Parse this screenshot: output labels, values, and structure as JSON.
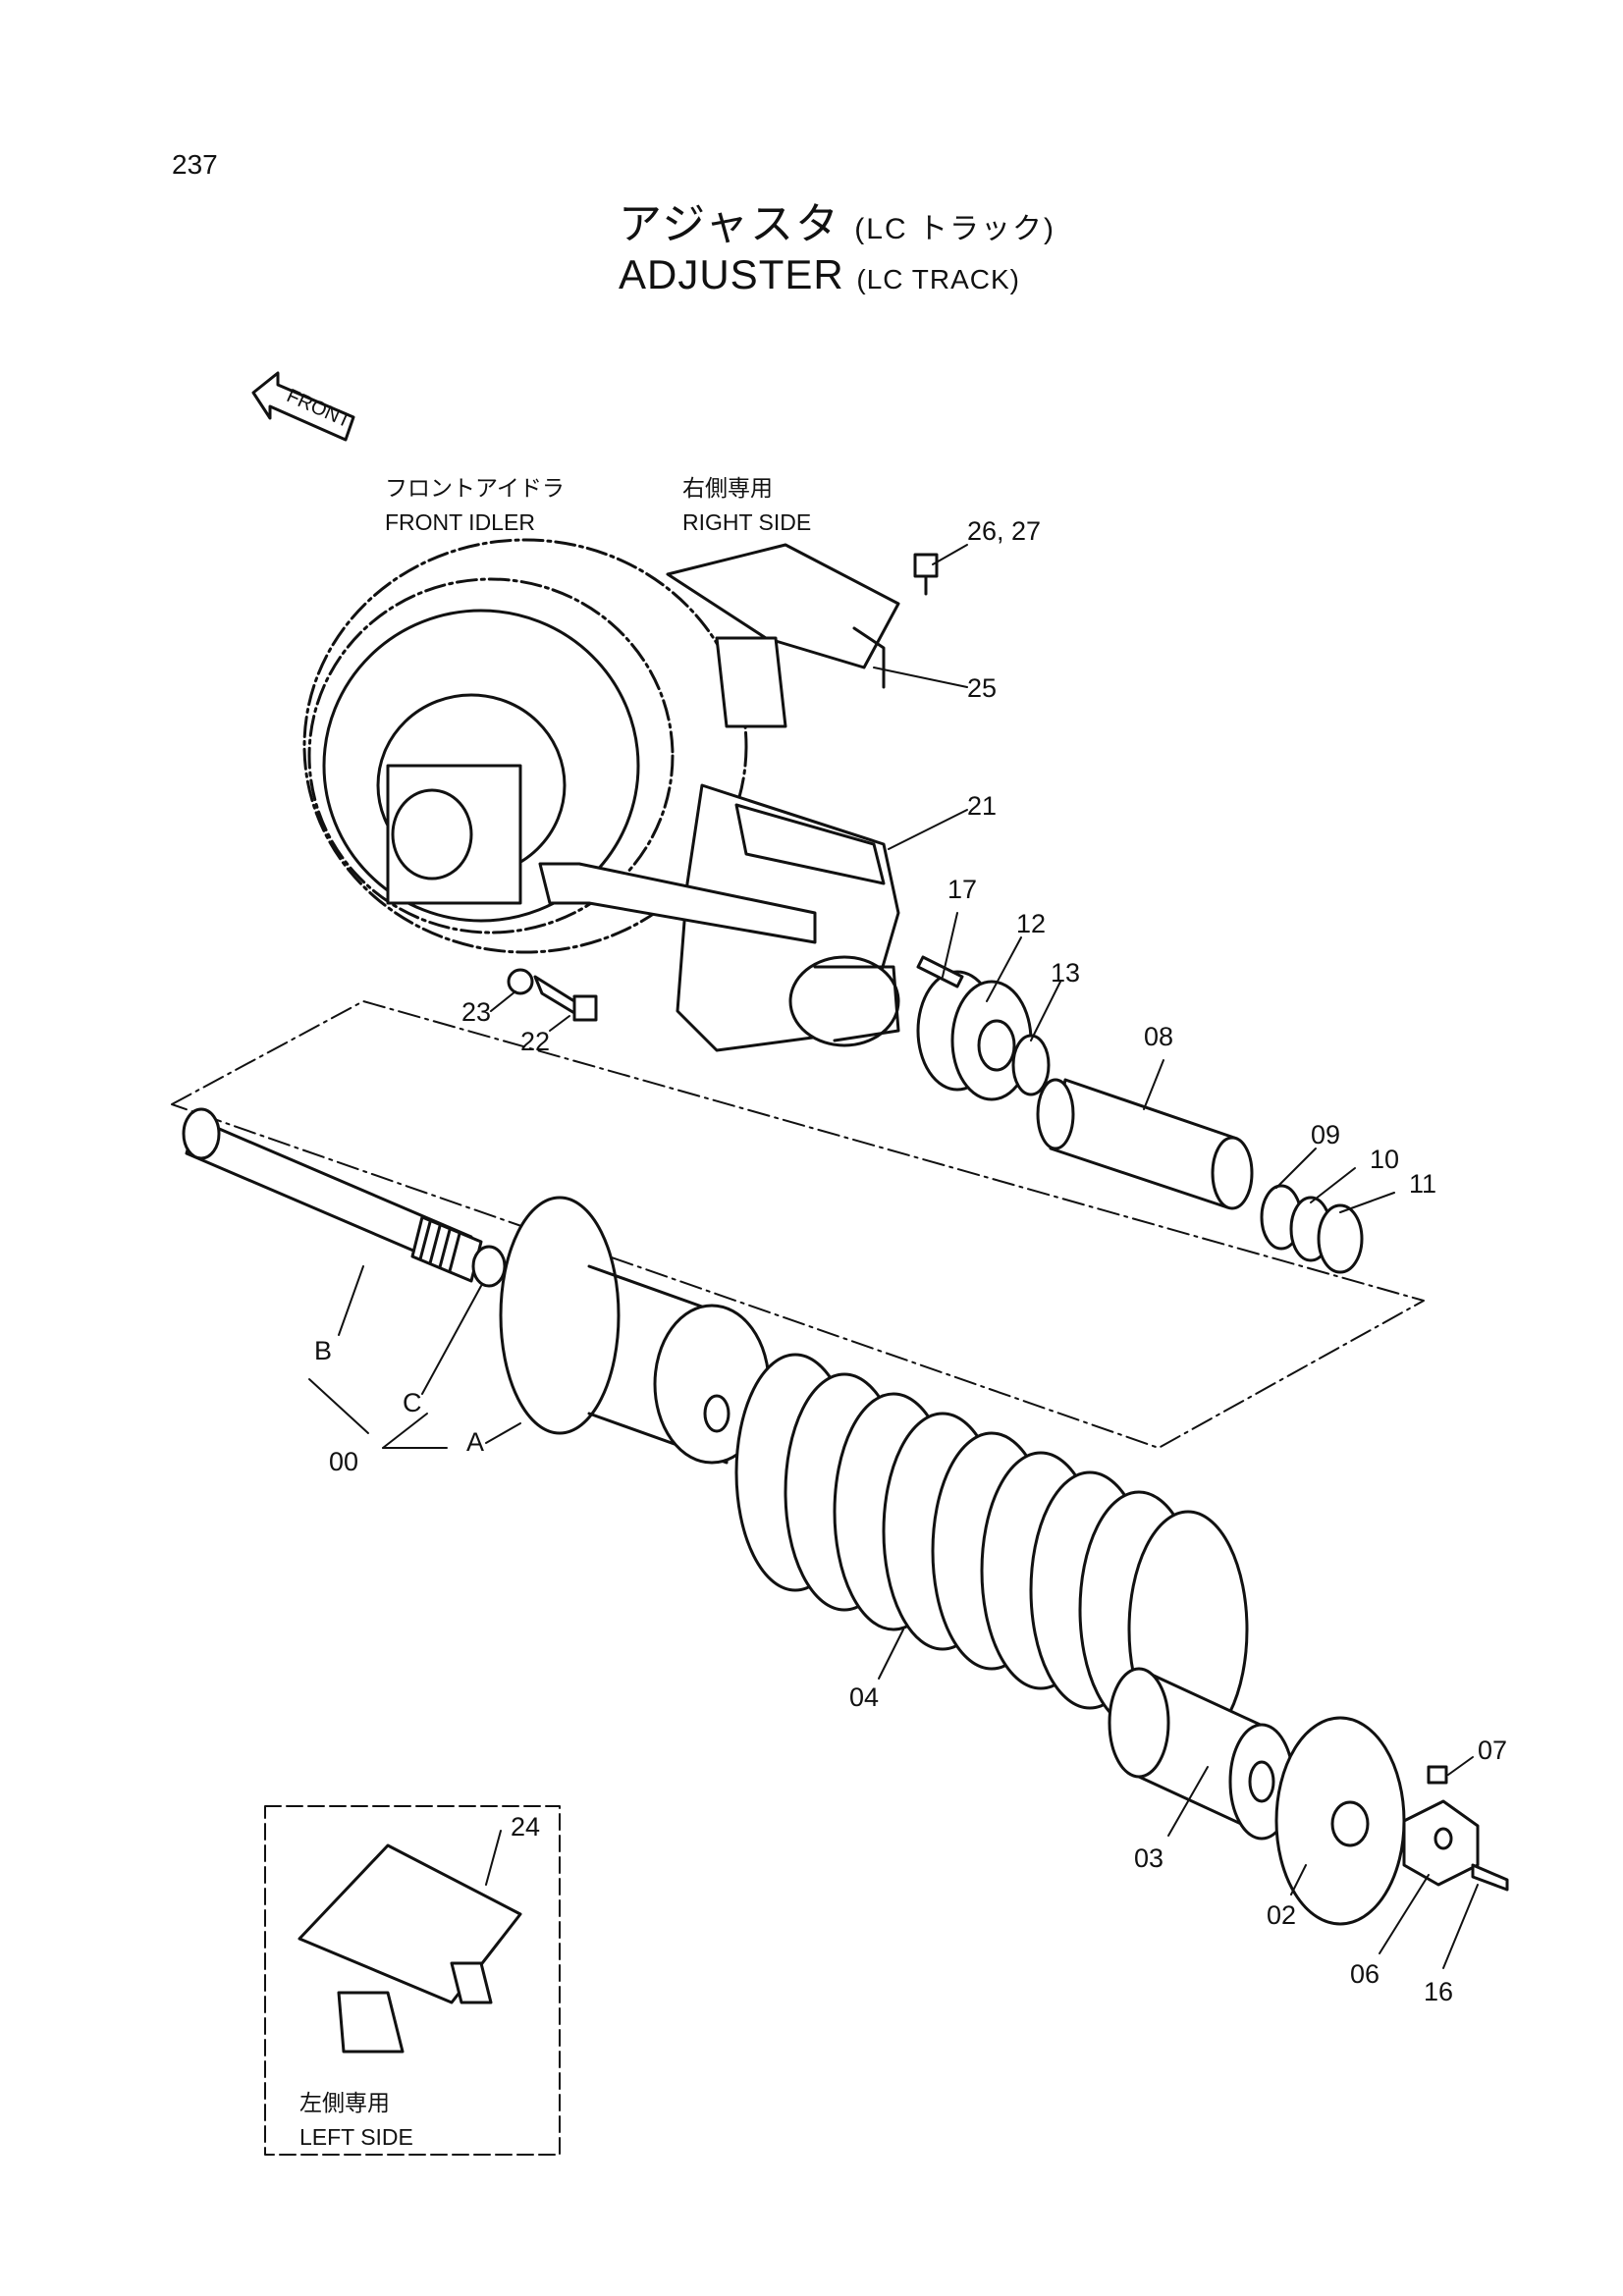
{
  "page_number": "237",
  "title": {
    "jp": "アジャスタ",
    "jp_sub": "(LC トラック)",
    "en": "ADJUSTER",
    "en_sub": "(LC TRACK)"
  },
  "front_arrow": "FRONT",
  "labels": {
    "front_idler_jp": "フロントアイドラ",
    "front_idler_en": "FRONT IDLER",
    "right_side_jp": "右側専用",
    "right_side_en": "RIGHT SIDE",
    "left_side_jp": "左側専用",
    "left_side_en": "LEFT SIDE"
  },
  "callouts": {
    "p26_27": "26, 27",
    "p25": "25",
    "p21": "21",
    "p17": "17",
    "p12": "12",
    "p13": "13",
    "p08": "08",
    "p09": "09",
    "p10": "10",
    "p11": "11",
    "p23": "23",
    "p22": "22",
    "pB": "B",
    "pC": "C",
    "pA": "A",
    "p00": "00",
    "p04": "04",
    "p03": "03",
    "p02": "02",
    "p07": "07",
    "p06": "06",
    "p16": "16",
    "p24": "24"
  }
}
